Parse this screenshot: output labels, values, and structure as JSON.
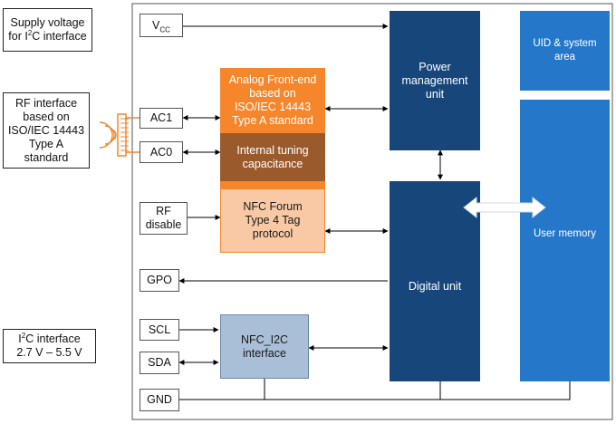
{
  "notes": {
    "supply": {
      "line1": "Supply voltage",
      "line2_pre": "for I",
      "line2_sup": "2",
      "line2_post": "C interface"
    },
    "rf": {
      "lines": [
        "RF interface",
        "based on",
        "ISO/IEC 14443",
        "Type A",
        "standard"
      ]
    },
    "i2c": {
      "line1_pre": "I",
      "line1_sup": "2",
      "line1_post": "C interface",
      "line2": "2.7 V – 5.5 V"
    }
  },
  "pins": {
    "vcc": {
      "main": "V",
      "sub": "CC"
    },
    "ac1": "AC1",
    "ac0": "AC0",
    "rf_disable": {
      "line1": "RF",
      "line2": "disable"
    },
    "gpo": "GPO",
    "scl": "SCL",
    "sda": "SDA",
    "gnd": "GND"
  },
  "blocks": {
    "afe": {
      "lines": [
        "Analog Front-end",
        "based on",
        "ISO/IEC 14443",
        "Type A standard"
      ]
    },
    "tuning": {
      "lines": [
        "Internal tuning",
        "capacitance"
      ]
    },
    "nfc_forum": {
      "lines": [
        "NFC Forum",
        "Type 4 Tag",
        "protocol"
      ]
    },
    "nfc_i2c": {
      "lines": [
        "NFC_I2C",
        "interface"
      ]
    },
    "pmu": {
      "lines": [
        "Power",
        "management",
        "unit"
      ]
    },
    "digital": {
      "label": "Digital unit"
    },
    "uid": {
      "lines": [
        "UID & system",
        "area"
      ]
    },
    "user_mem": {
      "label": "User memory"
    }
  },
  "colors": {
    "dark_blue": "#17467b",
    "light_blue": "#2477c9",
    "orange": "#f5862b",
    "brown": "#9a5a2c",
    "peach": "#f8c9a4",
    "grey_blue": "#a9bfd8",
    "line": "#000000"
  }
}
